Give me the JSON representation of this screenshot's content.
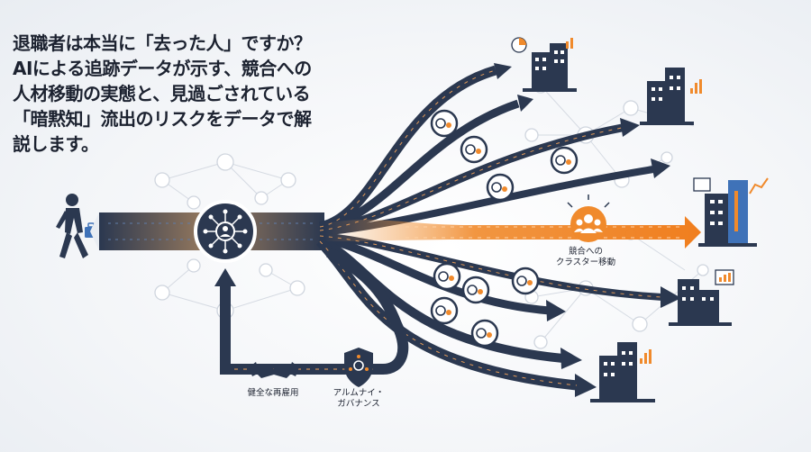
{
  "headline": {
    "line1": "退職者は本当に「去った人」ですか？",
    "line2": "AIによる追跡データが示す、競合への",
    "line3": "人材移動の実態と、見過ごされている",
    "line4": "「暗黙知」流出のリスクをデータで解",
    "line5": "説します。"
  },
  "labels": {
    "competitor_line1": "競合への",
    "competitor_line2": "クラスター移動",
    "rehire": "健全な再雇用",
    "alumni_line1": "アルムナイ・",
    "alumni_line2": "ガバナンス"
  },
  "colors": {
    "navy": "#2b3850",
    "orange": "#f08a2c",
    "node_gray": "#cfd5de",
    "building_blue": "#3f72b8"
  },
  "icons": [
    "walking-person-icon",
    "network-hub-icon",
    "ai-brain-gear-icon",
    "office-building-icon",
    "group-people-icon",
    "handshake-icon",
    "shield-network-icon"
  ]
}
